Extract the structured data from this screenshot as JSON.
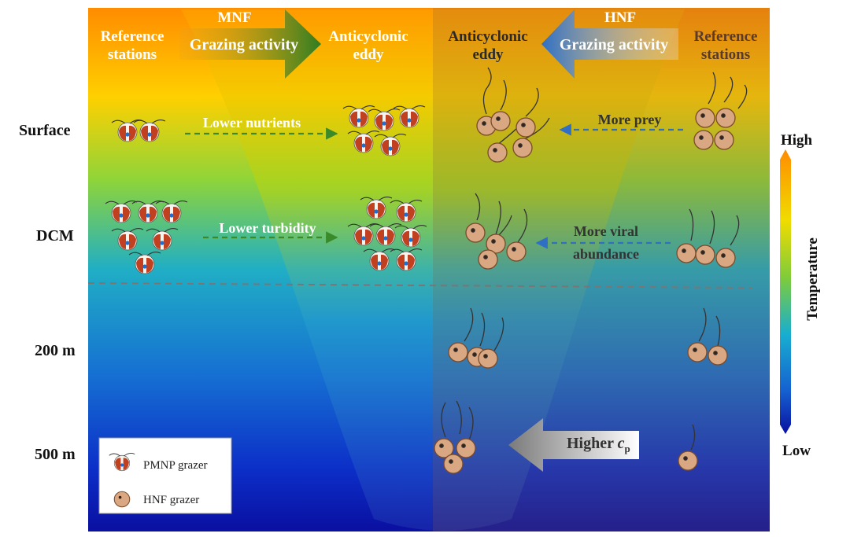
{
  "depth_labels": {
    "surface": "Surface",
    "dcm": "DCM",
    "m200": "200 m",
    "m500": "500 m"
  },
  "left_panel": {
    "group": "MNF",
    "activity": "Grazing activity",
    "reference": [
      "Reference",
      "stations"
    ],
    "eddy": [
      "Anticyclonic",
      "eddy"
    ],
    "arrow_surface": "Lower nutrients",
    "arrow_dcm": "Lower turbidity"
  },
  "right_panel": {
    "group": "HNF",
    "activity": "Grazing activity",
    "reference": [
      "Reference",
      "stations"
    ],
    "eddy": [
      "Anticyclonic",
      "eddy"
    ],
    "arrow_surface": "More prey",
    "arrow_dcm": [
      "More viral",
      "abundance"
    ],
    "arrow_deep": "Higher ",
    "arrow_deep_var": "c",
    "arrow_deep_sub": "p"
  },
  "legend": {
    "pmnp": "PMNP grazer",
    "hnf": "HNF grazer"
  },
  "colorbar": {
    "high": "High",
    "low": "Low",
    "title": "Temperature"
  },
  "colors": {
    "warm": "#ff8c00",
    "cool": "#0b0f9a",
    "mnf_arrow": "#2e8b22",
    "hnf_arrow": "#2f6fc4",
    "grazer_pmnp": "#c0401f",
    "grazer_hnf": "#d9a882"
  }
}
